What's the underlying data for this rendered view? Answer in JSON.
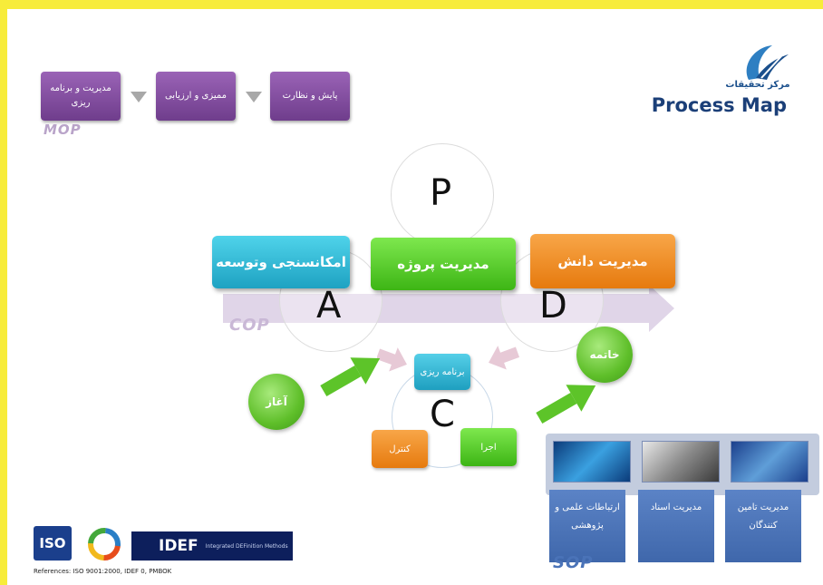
{
  "header": {
    "title": "Process Map",
    "logo_text": "مرکز تحقیقات"
  },
  "mop": {
    "label": "MOP",
    "boxes": [
      "مدیریت و برنامه ریزی",
      "ممیزی و ارزیابی",
      "پایش و نظارت"
    ]
  },
  "pad": {
    "letters": {
      "p": "P",
      "a": "A",
      "d": "D",
      "c": "C"
    },
    "main": {
      "left": "امکانسنجی وتوسعه",
      "center": "مدیریت پروژه",
      "right": "مدیریت دانش"
    },
    "cop_label": "COP"
  },
  "cycle": {
    "start": "آغاز",
    "end": "خاتمه",
    "plan": "برنامه ریزی",
    "execute": "اجرا",
    "control": "کنترل"
  },
  "sop": {
    "label": "SOP",
    "cards": [
      "ارتباطات علمی و پژوهشی",
      "مدیریت اسناد",
      "مدیریت تامین کنندگان"
    ]
  },
  "footer": {
    "iso_label": "ISO",
    "idef_label": "IDEF",
    "idef_tagline": "Integrated DEFinition Methods",
    "references": "References: ISO 9001:2000, IDEF 0, PMBOK"
  },
  "colors": {
    "purple": "#7d4a9c",
    "teal": "#2bb5d2",
    "green": "#4ec522",
    "orange": "#f08a1c",
    "blue": "#4a73b8",
    "frame": "#f7ec3a"
  }
}
